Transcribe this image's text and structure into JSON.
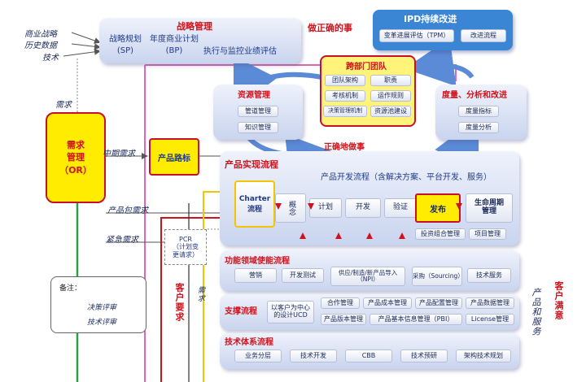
{
  "left_inputs": {
    "a": "商业战略",
    "b": "历史数据",
    "c": "技术"
  },
  "strategy": {
    "title": "战略管理",
    "sp_line1": "战略规划",
    "sp_line2": "(SP)",
    "bp_line1": "年度商业计划",
    "bp_line2": "(BP)",
    "exec": "执行与监控业绩评估",
    "do_right": "做正确的事"
  },
  "ipd": {
    "title": "IPD持续改进",
    "item1": "变革进展评估（TPM）",
    "item2": "改进流程"
  },
  "cross_team": {
    "title": "跨部门团队",
    "items": [
      "团队架构",
      "职责",
      "考核机制",
      "运作规则",
      "决策管理机制",
      "资源池建设"
    ]
  },
  "resource": {
    "title": "资源管理",
    "item1": "管道管理",
    "item2": "知识管理"
  },
  "measure": {
    "title": "度量、分析和改进",
    "item1": "度量指标",
    "item2": "度量分析"
  },
  "do_things_right": "正确地做事",
  "requirements": {
    "top_label": "需求",
    "box_line1": "需求",
    "box_line2": "管理",
    "box_line3": "（OR）",
    "mid_term": "中期需求",
    "package": "产品包需求",
    "urgent": "紧急需求"
  },
  "roadmap": "产品路标",
  "product_flow": {
    "title": "产品实现流程",
    "subtitle": "产品开发流程（含解决方案、平台开发、服务）",
    "charter_line1": "Charter",
    "charter_line2": "流程",
    "concept": "概念",
    "plan": "计划",
    "develop": "开发",
    "verify": "验证",
    "release": "发布",
    "lifecycle_line1": "生命周期",
    "lifecycle_line2": "管理",
    "portfolio": "投资组合管理",
    "project": "项目管理"
  },
  "pcr": {
    "line1": "PCR",
    "line2": "（计划变",
    "line3": "更请求）"
  },
  "customer_req": "客户要求",
  "req_vertical": "需求",
  "functional": {
    "title": "功能领域使能流程",
    "items": [
      "营销",
      "开发测试",
      "供应/制造/新产品导入（NPI）",
      "采购（Sourcing）",
      "技术服务"
    ]
  },
  "support": {
    "title": "支撑流程",
    "ucd_line1": "以客户为中心",
    "ucd_line2": "的设计UCD",
    "items": [
      "合作管理",
      "产品成本管理",
      "产品配置管理",
      "产品数据管理",
      "产品版本管理",
      "产品基本信息管理（PBI）",
      "License管理"
    ]
  },
  "tech": {
    "title": "技术体系流程",
    "items": [
      "业务分层",
      "技术开发",
      "CBB",
      "技术预研",
      "架构技术规划"
    ]
  },
  "legend": {
    "title": "备注：",
    "decision": "决策评审",
    "technical": "技术评审"
  },
  "output_products": "产品和服务",
  "satisfaction": "客户满意",
  "colors": {
    "accent_red": "#d0121b",
    "highlight": "#ffec00",
    "navy": "#1f3a8a",
    "green": "#2ea043",
    "magenta": "#e066b8"
  }
}
